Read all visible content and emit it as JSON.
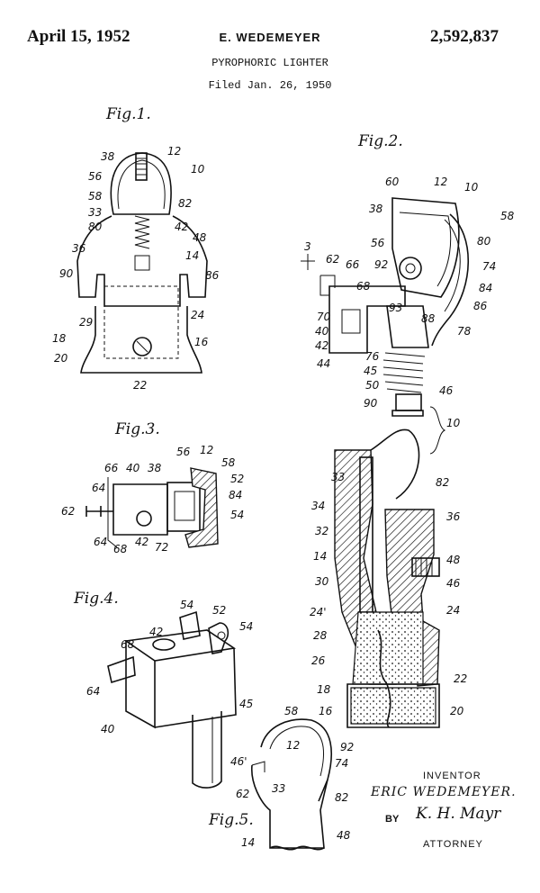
{
  "header": {
    "date": "April 15, 1952",
    "inventor": "E. WEDEMEYER",
    "patent_number": "2,592,837",
    "title": "PYROPHORIC LIGHTER",
    "filed": "Filed Jan. 26, 1950"
  },
  "figures": {
    "fig1": {
      "label": "Fig.1.",
      "refs": [
        "38",
        "12",
        "56",
        "10",
        "58",
        "33",
        "80",
        "82",
        "42",
        "36",
        "48",
        "14",
        "90",
        "86",
        "29",
        "24",
        "18",
        "16",
        "20",
        "22"
      ]
    },
    "fig2": {
      "label": "Fig.2.",
      "refs": [
        "60",
        "12",
        "10",
        "38",
        "58",
        "80",
        "56",
        "62",
        "66",
        "92",
        "74",
        "84",
        "68",
        "93",
        "86",
        "70",
        "88",
        "40",
        "78",
        "42",
        "44",
        "76",
        "45",
        "50",
        "46",
        "90",
        "3"
      ]
    },
    "fig3": {
      "label": "Fig.3.",
      "refs": [
        "56",
        "12",
        "58",
        "66",
        "40",
        "38",
        "52",
        "84",
        "54",
        "62",
        "64",
        "64",
        "68",
        "42",
        "72"
      ]
    },
    "fig4": {
      "label": "Fig.4.",
      "refs": [
        "54",
        "52",
        "54",
        "68",
        "42",
        "64",
        "45",
        "40",
        "46'"
      ]
    },
    "fig5": {
      "label": "Fig.5.",
      "refs": [
        "58",
        "12",
        "92",
        "74",
        "62",
        "33",
        "82",
        "14",
        "48"
      ]
    },
    "section": {
      "refs": [
        "10",
        "33",
        "82",
        "34",
        "36",
        "32",
        "14",
        "48",
        "30",
        "46",
        "24'",
        "24",
        "28",
        "26",
        "22",
        "18",
        "16",
        "20"
      ]
    }
  },
  "signature": {
    "inventor_label": "INVENTOR",
    "inventor_name": "ERIC WEDEMEYER.",
    "by": "BY",
    "agent": "K. H. Mayr",
    "attorney_label": "ATTORNEY"
  }
}
